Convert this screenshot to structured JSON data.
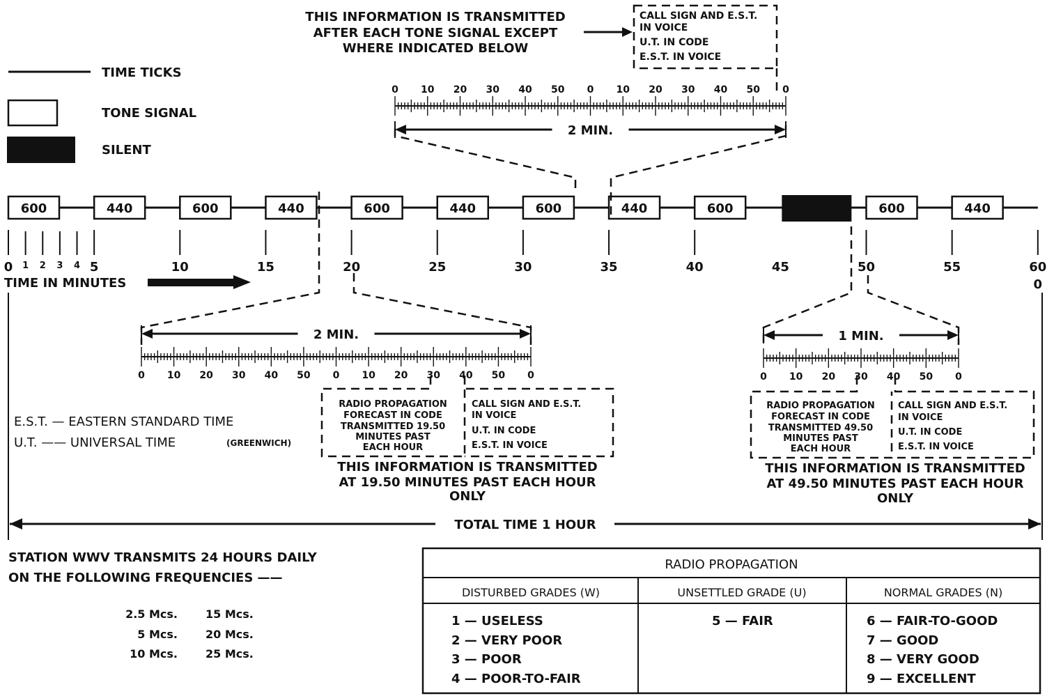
{
  "legend": {
    "time_ticks": "TIME TICKS",
    "tone_signal": "TONE SIGNAL",
    "silent": "SILENT"
  },
  "top_note": {
    "lines": [
      "THIS INFORMATION IS TRANSMITTED",
      "AFTER EACH TONE SIGNAL EXCEPT",
      "WHERE INDICATED BELOW"
    ],
    "box_lines": [
      "CALL SIGN AND E.S.T.",
      "IN VOICE",
      "U.T. IN CODE",
      "E.S.T. IN VOICE"
    ]
  },
  "timeline": {
    "segments": [
      {
        "start": 0,
        "label": "600",
        "type": "tone"
      },
      {
        "start": 5,
        "label": "440",
        "type": "tone"
      },
      {
        "start": 10,
        "label": "600",
        "type": "tone"
      },
      {
        "start": 15,
        "label": "440",
        "type": "tone"
      },
      {
        "start": 20,
        "label": "600",
        "type": "tone"
      },
      {
        "start": 25,
        "label": "440",
        "type": "tone"
      },
      {
        "start": 30,
        "label": "600",
        "type": "tone"
      },
      {
        "start": 35,
        "label": "440",
        "type": "tone"
      },
      {
        "start": 40,
        "label": "600",
        "type": "tone"
      },
      {
        "start": 45,
        "label": "",
        "type": "silent"
      },
      {
        "start": 50,
        "label": "600",
        "type": "tone"
      },
      {
        "start": 55,
        "label": "440",
        "type": "tone"
      }
    ],
    "major_ticks": [
      "0",
      "5",
      "10",
      "15",
      "20",
      "25",
      "30",
      "35",
      "40",
      "45",
      "50",
      "55",
      "60"
    ],
    "minor_ticks": [
      "1",
      "2",
      "3",
      "4"
    ],
    "end_label_extra": "0",
    "axis_label": "TIME IN MINUTES"
  },
  "scales": {
    "labels_2min": [
      "0",
      "10",
      "20",
      "30",
      "40",
      "50",
      "0",
      "10",
      "20",
      "30",
      "40",
      "50",
      "0"
    ],
    "labels_1min": [
      "0",
      "10",
      "20",
      "30",
      "40",
      "50",
      "0"
    ],
    "two_min": "2 MIN.",
    "one_min": "1 MIN."
  },
  "left_detail": {
    "forecast_lines": [
      "RADIO PROPAGATION",
      "FORECAST IN CODE",
      "TRANSMITTED 19.50",
      "MINUTES PAST",
      "EACH HOUR"
    ],
    "voice_lines": [
      "CALL SIGN AND E.S.T.",
      "IN VOICE",
      "U.T. IN CODE",
      "E.S.T. IN VOICE"
    ],
    "note_lines": [
      "THIS INFORMATION IS TRANSMITTED",
      "AT 19.50 MINUTES PAST EACH HOUR",
      "ONLY"
    ]
  },
  "right_detail": {
    "forecast_lines": [
      "RADIO PROPAGATION",
      "FORECAST IN CODE",
      "TRANSMITTED 49.50",
      "MINUTES PAST",
      "EACH HOUR"
    ],
    "voice_lines": [
      "CALL SIGN AND E.S.T.",
      "IN VOICE",
      "U.T. IN CODE",
      "E.S.T. IN VOICE"
    ],
    "note_lines": [
      "THIS INFORMATION IS TRANSMITTED",
      "AT 49.50 MINUTES PAST EACH HOUR",
      "ONLY"
    ]
  },
  "abbreviations": {
    "est": "E.S.T. — EASTERN STANDARD TIME",
    "ut": "U.T. —— UNIVERSAL TIME",
    "ut_note": "(GREENWICH)"
  },
  "total_time": "TOTAL TIME 1 HOUR",
  "station": {
    "lines": [
      "STATION WWV TRANSMITS 24 HOURS DAILY",
      "ON THE FOLLOWING FREQUENCIES ——"
    ],
    "frequencies": [
      [
        "2.5 Mcs.",
        "15 Mcs."
      ],
      [
        "5 Mcs.",
        "20 Mcs."
      ],
      [
        "10 Mcs.",
        "25 Mcs."
      ]
    ]
  },
  "propagation_table": {
    "title": "RADIO PROPAGATION",
    "columns": [
      {
        "header": "DISTURBED GRADES (W)",
        "items": [
          "1 — USELESS",
          "2 — VERY POOR",
          "3 — POOR",
          "4 — POOR-TO-FAIR"
        ]
      },
      {
        "header": "UNSETTLED GRADE (U)",
        "items": [
          "5 — FAIR"
        ]
      },
      {
        "header": "NORMAL GRADES (N)",
        "items": [
          "6 — FAIR-TO-GOOD",
          "7 — GOOD",
          "8 — VERY GOOD",
          "9 — EXCELLENT"
        ]
      }
    ]
  }
}
